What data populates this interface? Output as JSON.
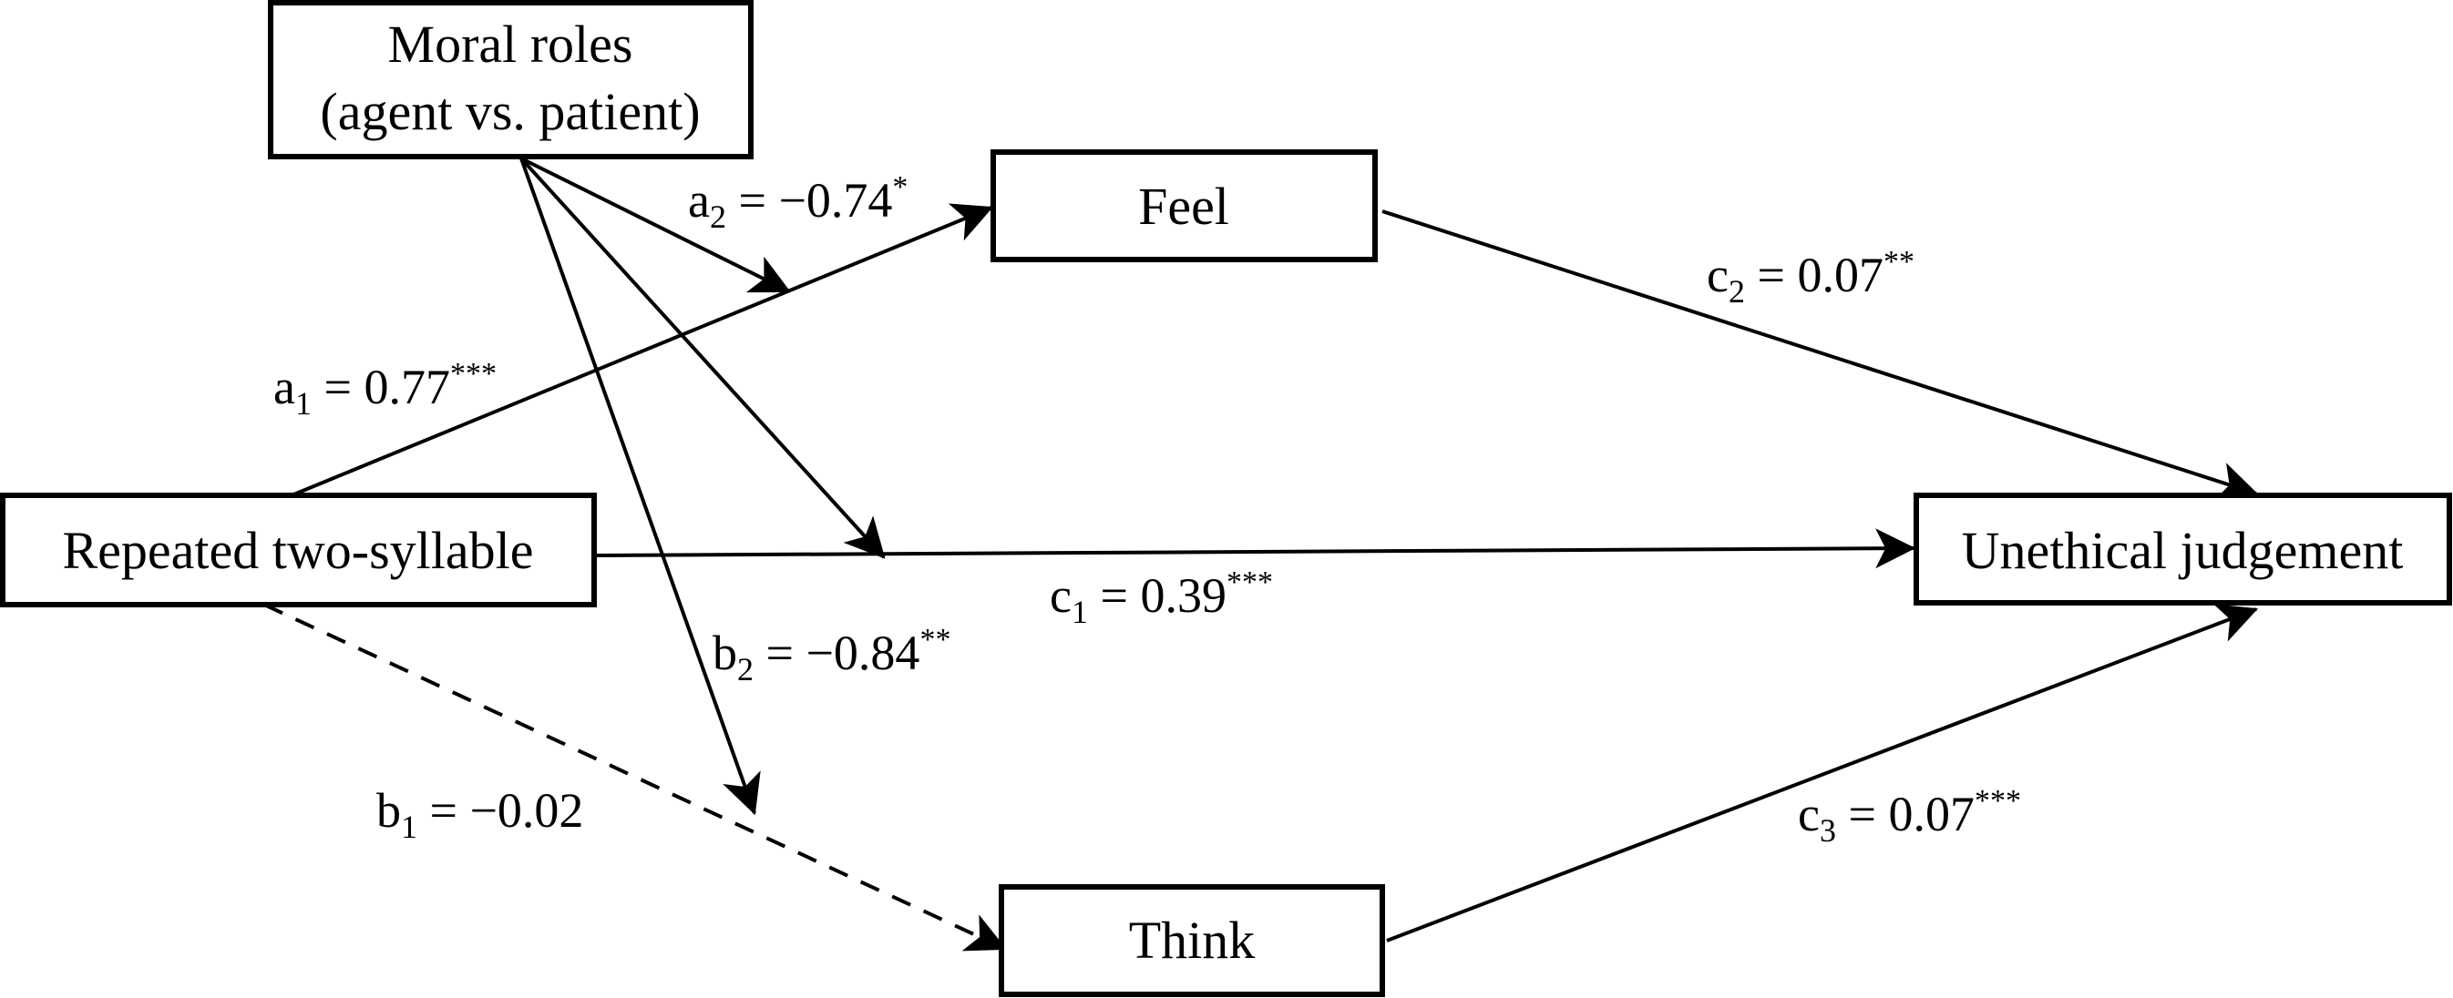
{
  "nodes": {
    "moral": {
      "line1": "Moral roles",
      "line2": "(agent vs. patient)"
    },
    "feel": {
      "label": "Feel"
    },
    "repeated": {
      "label": "Repeated two-syllable"
    },
    "unethical": {
      "label": "Unethical judgement"
    },
    "think": {
      "label": "Think"
    }
  },
  "paths": {
    "a1": {
      "letter": "a",
      "index": "1",
      "eq": " = ",
      "value": "0.77",
      "sig": "***",
      "from": "Repeated two-syllable",
      "to": "Feel",
      "style": "solid"
    },
    "a2": {
      "letter": "a",
      "index": "2",
      "eq": " = ",
      "value": "−0.74",
      "sig": "*",
      "from": "Moral roles (agent vs. patient)",
      "to": "path a1",
      "style": "solid"
    },
    "b1": {
      "letter": "b",
      "index": "1",
      "eq": " = ",
      "value": "−0.02",
      "sig": "",
      "from": "Repeated two-syllable",
      "to": "Think",
      "style": "dashed"
    },
    "b2": {
      "letter": "b",
      "index": "2",
      "eq": " = ",
      "value": "−0.84",
      "sig": "**",
      "from": "Moral roles (agent vs. patient)",
      "to": "path b1",
      "style": "solid"
    },
    "c1": {
      "letter": "c",
      "index": "1",
      "eq": " = ",
      "value": "0.39",
      "sig": "***",
      "from": "Repeated two-syllable",
      "to": "Unethical judgement",
      "style": "solid"
    },
    "c2": {
      "letter": "c",
      "index": "2",
      "eq": " = ",
      "value": "0.07",
      "sig": "**",
      "from": "Feel",
      "to": "Unethical judgement",
      "style": "solid"
    },
    "c3": {
      "letter": "c",
      "index": "3",
      "eq": " = ",
      "value": "0.07",
      "sig": "***",
      "from": "Think",
      "to": "Unethical judgement",
      "style": "solid"
    },
    "mod_c1": {
      "from": "Moral roles (agent vs. patient)",
      "to": "path c1",
      "style": "solid"
    }
  }
}
